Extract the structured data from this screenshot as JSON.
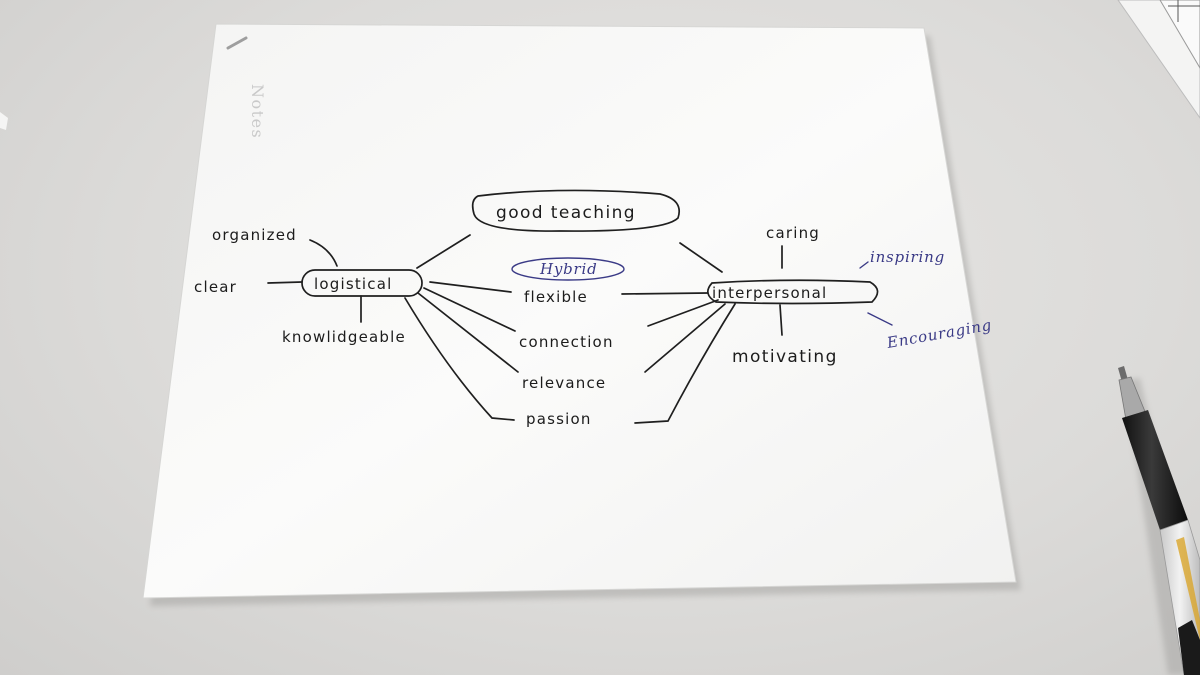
{
  "mind_map": {
    "faint_header": "Notes",
    "center": "good teaching",
    "left_hub": "logistical",
    "right_hub": "interpersonal",
    "left_terms": [
      "organized",
      "clear",
      "knowlidgeable"
    ],
    "right_terms": [
      "caring",
      "motivating"
    ],
    "shared_terms": [
      "flexible",
      "connection",
      "relevance",
      "passion"
    ],
    "blue_additions": {
      "hybrid": "Hybrid",
      "inspiring": "inspiring",
      "encouraging": "Encouraging"
    }
  },
  "colors": {
    "table": "#dcdbd9",
    "paper": "#fbfbfa",
    "black_ink": "#1c1c1c",
    "blue_ink": "#3a3a86"
  },
  "objects": {
    "pen_icon": "ballpoint-pen-icon",
    "cards": "paper-cards-edge"
  }
}
